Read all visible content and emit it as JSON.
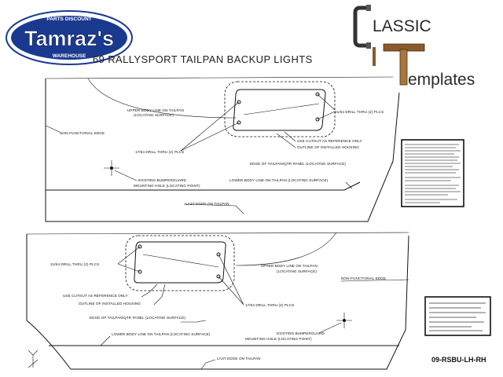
{
  "logos": {
    "tamraz": {
      "name": "Tamraz's",
      "arc_top": "PARTS DISCOUNT",
      "arc_bottom": "WAREHOUSE",
      "color": "#1a3a8f"
    },
    "classic": {
      "word1": "LASSIC",
      "word2": "emplates",
      "color": "#2a2a2a",
      "accent": "#8a5a2b"
    }
  },
  "title": "69 RALLYSPORT TAILPAN BACKUP LIGHTS",
  "top_panel": {
    "upper_body_line": "UPPER BODY LINE ON TAILPAN",
    "locating_surface": "(LOCATING SURFACE)",
    "non_functional": "NON-FUNCTIONAL EDGE",
    "drill_21": "21/64 DRILL THRU (2) PLCS",
    "use_cutout": "USE CUTOUT AS REFERENCE ONLY",
    "outline": "OUTLINE OF INSTALLED HOUSING",
    "drill_17": "17/64 DRILL THRU (2) PLCS",
    "edge_qtr": "EDGE OF TAILPAN/QTR PANEL (LOCATING SURFACE)",
    "bumperguard": "EXISTING BUMPERGUARD",
    "mounting_hole": "MOUNTING HOLE (LOCATING POINT)",
    "lower_body_line": "LOWER BODY LINE ON TAILPAN (LOCATING SURFACE)",
    "last_edge": "LAST EDGE ON TAILPAN"
  },
  "bottom_panel": {
    "drill_21": "21/64 DRILL THRU (2) PLCS",
    "upper_body_line": "UPPER BODY LINE ON TAILPAN",
    "locating_surface": "(LOCATING SURFACE)",
    "non_functional": "NON-FUNCTIONAL EDGE",
    "use_cutout": "USE CUTOUT AS REFERENCE ONLY",
    "outline": "OUTLINE OF INSTALLED HOUSING",
    "drill_17": "17/64 DRILL THRU (2) PLCS",
    "edge_qtr": "EDGE OF TAILPAN/QTR PANEL (LOCATING SURFACE)",
    "bumperguard": "EXISTING BUMPERGUARD",
    "mounting_hole": "MOUNTING HOLE (LOCATING POINT)",
    "lower_body_line": "LOWER BODY LINE ON TAILPAN (LOCATING SURFACE)",
    "last_edge": "LAST EDGE ON TAILPAN"
  },
  "part_number": "09-RSBU-LH-RH"
}
